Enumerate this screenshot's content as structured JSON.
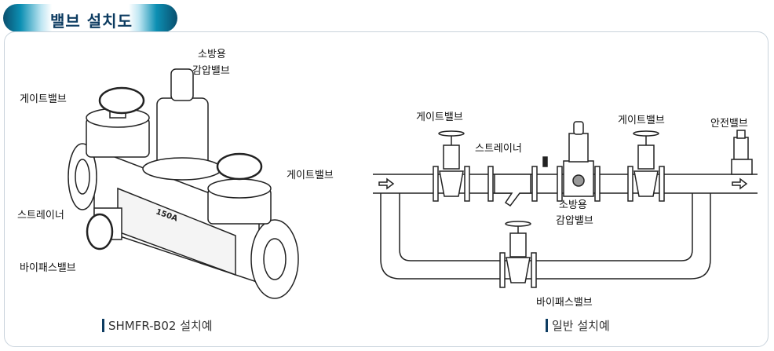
{
  "header": {
    "title": "밸브 설치도"
  },
  "left_figure": {
    "caption": "SHMFR-B02 설치예",
    "labels": {
      "gate_valve_1": "게이트밸브",
      "pressure_valve_line1": "소방용",
      "pressure_valve_line2": "감압밸브",
      "gate_valve_2": "게이트밸브",
      "strainer": "스트레이너",
      "bypass_valve": "바이패스밸브"
    },
    "body_marking": "150A"
  },
  "right_figure": {
    "caption": "일반 설치예",
    "labels": {
      "gate_valve_1": "게이트밸브",
      "strainer": "스트레이너",
      "gate_valve_2": "게이트밸브",
      "safety_valve": "안전밸브",
      "pressure_valve_line1": "소방용",
      "pressure_valve_line2": "감압밸브",
      "bypass_valve": "바이패스밸브"
    }
  },
  "colors": {
    "title": "#0d3c61",
    "accent": "#0c8fb3"
  }
}
